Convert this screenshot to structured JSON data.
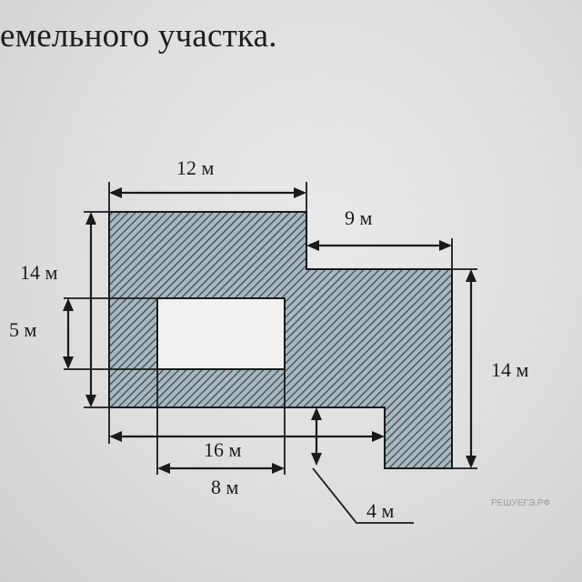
{
  "heading": "емельного участка.",
  "dimensions": {
    "top_width": "12 м",
    "step_width": "9 м",
    "left_height": "14 м",
    "hole_height": "5 м",
    "right_height": "14 м",
    "bottom_width": "16 м",
    "hole_width": "8 м",
    "notch_depth": "4 м"
  },
  "watermark": "РЕШУЕГЭ.РФ",
  "colors": {
    "hatch_fill": "#9fb0b8",
    "hatch_line": "#3a4750",
    "hole": "#f1f1f1"
  }
}
